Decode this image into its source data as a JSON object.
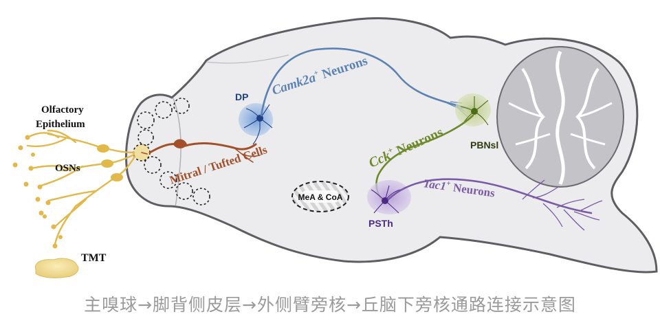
{
  "labels": {
    "olfactory_line1": "Olfactory",
    "olfactory_line2": "Epithelium",
    "osns": "OSNs",
    "tmt": "TMT",
    "mitral": "Mitral / Tufted Cells",
    "dp": "DP",
    "camk2a_gene": "Camk2a",
    "camk2a_sup": "+",
    "camk2a_rest": " Neurons",
    "pbnsl": "PBNsl",
    "cck_gene": "Cck",
    "cck_sup": "+",
    "cck_rest": " Neurons",
    "mea_coa": "MeA & CoA",
    "tac1_gene": "Tac1",
    "tac1_sup": "+",
    "tac1_rest": " Neurons",
    "psth": "PSTh"
  },
  "caption": "主嗅球→脚背侧皮层→外侧臂旁核→丘脑下旁核通路连接示意图",
  "colors": {
    "brain_fill": "#ececee",
    "brain_stroke": "#5d5d62",
    "cerebellum": "#bdbdc1",
    "osn_gold": "#e2b84a",
    "mitral_brown": "#a3502a",
    "camk2a_blue": "#5b82b3",
    "cck_green": "#6e8a2d",
    "tac1_purple": "#7a5aa6",
    "caption_gray": "#9a9a9a"
  }
}
